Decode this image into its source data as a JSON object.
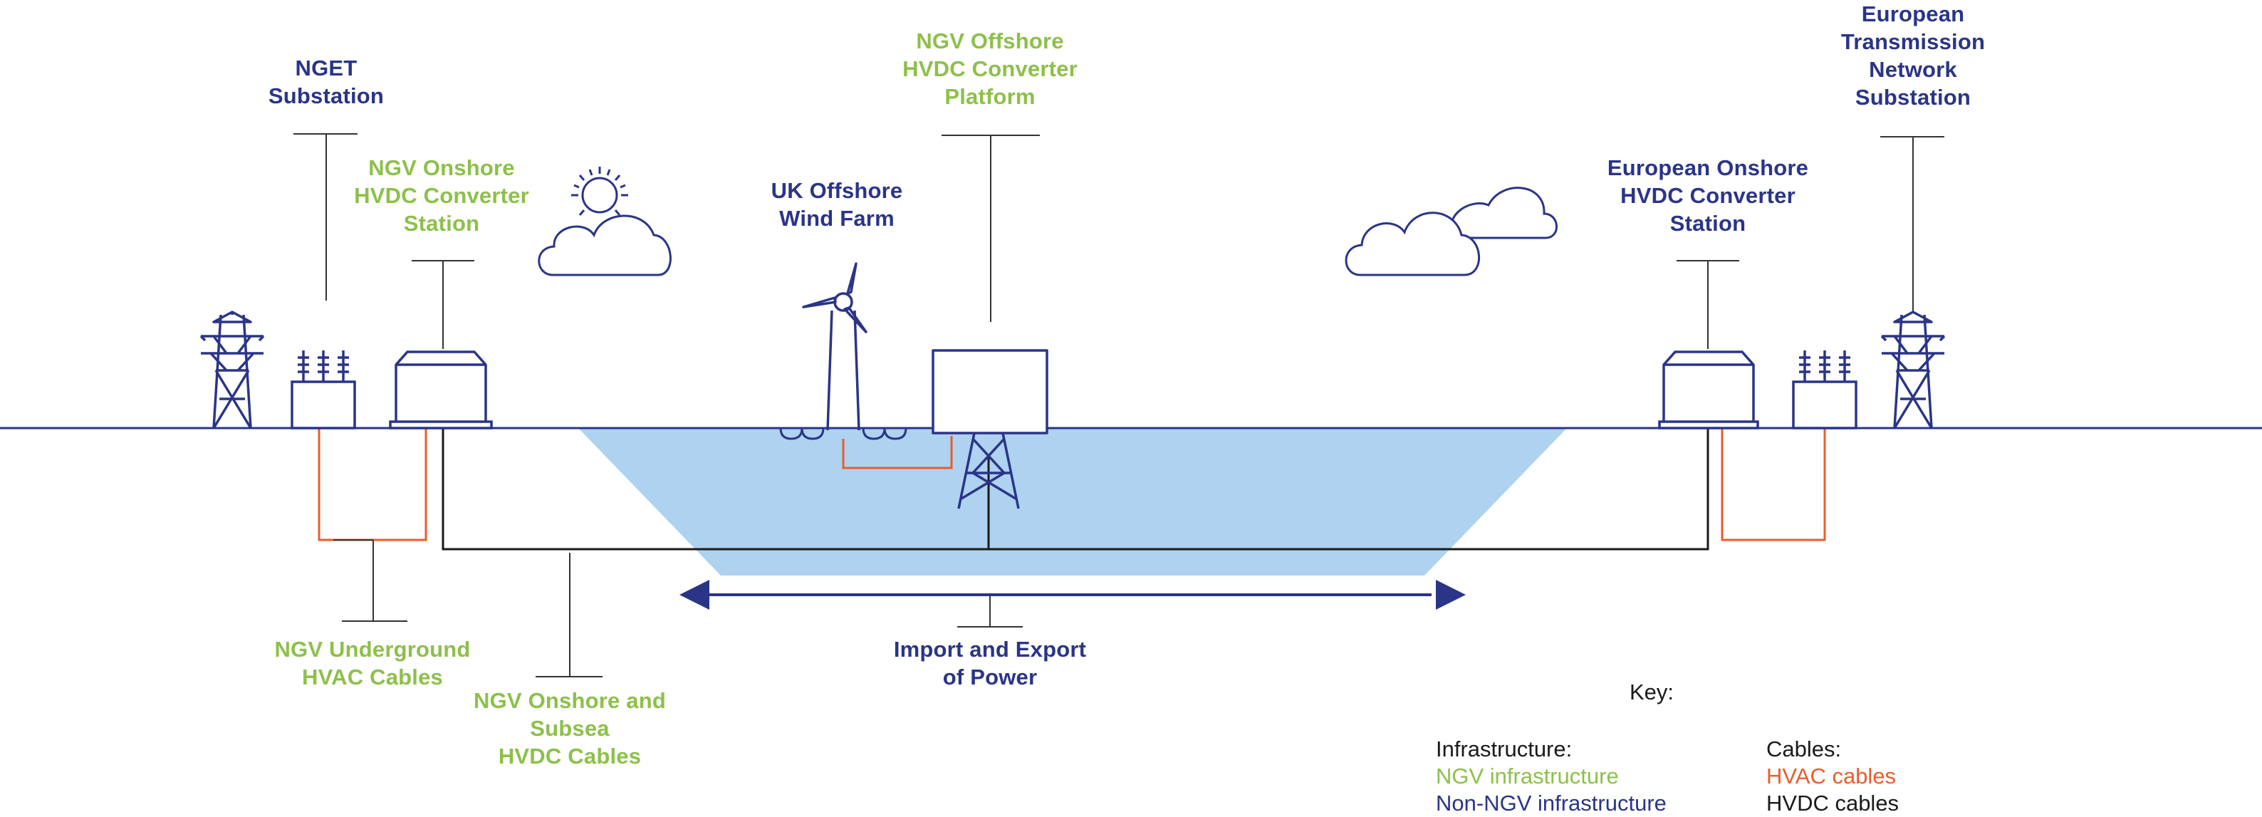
{
  "colors": {
    "non_ngv": "#2a3587",
    "ngv": "#8dc04a",
    "hvac": "#e85d2e",
    "hvdc": "#1a1a1a",
    "sea_fill": "#aed2f0",
    "leader": "#333333"
  },
  "labels": {
    "nget_substation": "NGET\nSubstation",
    "ngv_onshore_station": "NGV Onshore\nHVDC Converter\nStation",
    "uk_wind_farm": "UK Offshore\nWind Farm",
    "ngv_offshore_platform": "NGV Offshore\nHVDC Converter\nPlatform",
    "european_onshore_station": "European Onshore\nHVDC Converter\nStation",
    "european_substation": "European\nTransmission\nNetwork\nSubstation",
    "ngv_underground_hvac": "NGV Underground\nHVAC Cables",
    "ngv_onshore_subsea_hvdc": "NGV Onshore and\nSubsea\nHVDC Cables",
    "import_export": "Import and Export\nof Power"
  },
  "key": {
    "title": "Key:",
    "infrastructure_heading": "Infrastructure:",
    "ngv_infrastructure": "NGV infrastructure",
    "non_ngv_infrastructure": "Non-NGV infrastructure",
    "cables_heading": "Cables:",
    "hvac_cables": "HVAC cables",
    "hvdc_cables": "HVDC cables"
  },
  "icons": [
    "transmission-tower-icon",
    "substation-icon",
    "converter-station-icon",
    "wind-turbine-icon",
    "converter-platform-icon",
    "sun-icon",
    "cloud-icon",
    "double-arrow-icon"
  ]
}
